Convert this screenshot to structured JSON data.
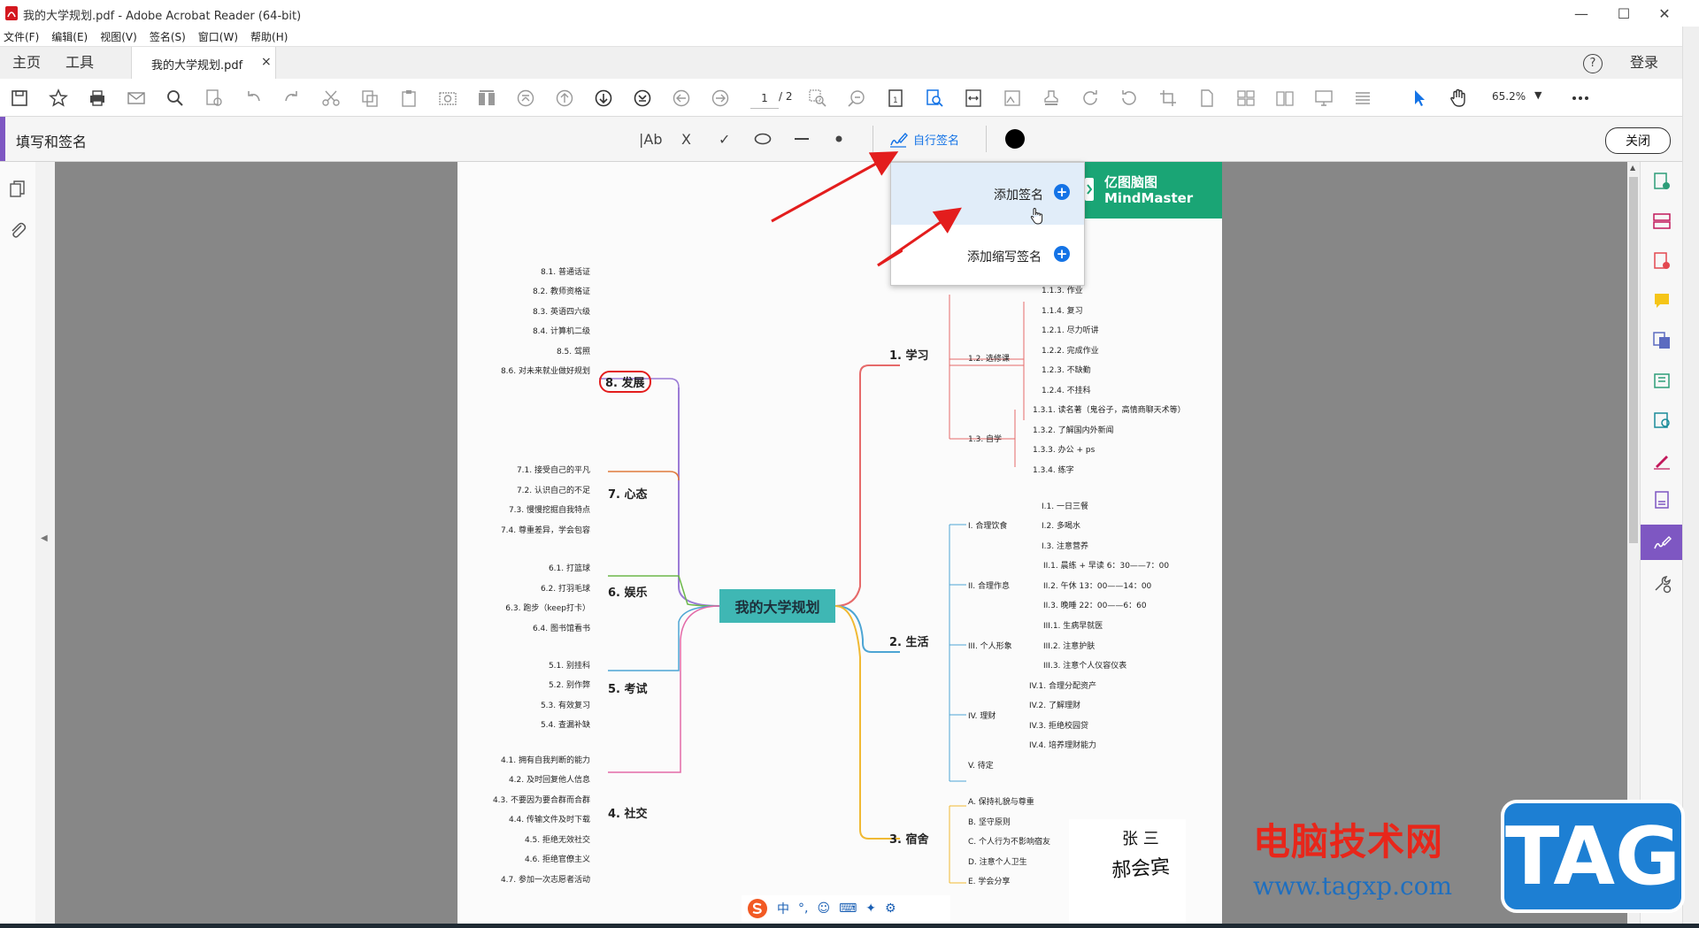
{
  "window": {
    "title": "我的大学规划.pdf - Adobe Acrobat Reader (64-bit)",
    "minimize_icon": "minimize-icon",
    "maximize_icon": "maximize-icon",
    "close_icon": "close-icon"
  },
  "menu": [
    "文件(F)",
    "编辑(E)",
    "视图(V)",
    "签名(S)",
    "窗口(W)",
    "帮助(H)"
  ],
  "tabs": {
    "home": "主页",
    "tools": "工具",
    "document": "我的大学规划.pdf",
    "document_close": "×",
    "login": "登录"
  },
  "toolbar": {
    "page_current": "1",
    "page_total": "/ 2",
    "zoom": "65.2%"
  },
  "fill_sign": {
    "title": "填写和签名",
    "text_tool": "|Ab",
    "cross_tool": "X",
    "check_tool": "✓",
    "sign_label": "自行签名",
    "close_label": "关闭",
    "ink_color": "#000000"
  },
  "dropdown": {
    "add_signature": "添加签名",
    "add_initials": "添加缩写签名"
  },
  "mindmap": {
    "brand_cn": "亿图脑图",
    "brand_en": "MindMaster",
    "center": "我的大学规划",
    "left_branches": [
      {
        "label": "8. 发展",
        "items": [
          "8.1. 普通话证",
          "8.2. 教师资格证",
          "8.3. 英语四六级",
          "8.4. 计算机二级",
          "8.5. 驾照",
          "8.6. 对未来就业做好规划"
        ]
      },
      {
        "label": "7. 心态",
        "items": [
          "7.1. 接受自己的平凡",
          "7.2. 认识自己的不足",
          "7.3. 慢慢挖掘自我特点",
          "7.4. 尊重差异，学会包容"
        ]
      },
      {
        "label": "6. 娱乐",
        "items": [
          "6.1. 打篮球",
          "6.2. 打羽毛球",
          "6.3. 跑步（keep打卡）",
          "6.4. 图书馆看书"
        ]
      },
      {
        "label": "5. 考试",
        "items": [
          "5.1. 别挂科",
          "5.2. 别作弊",
          "5.3. 有效复习",
          "5.4. 查漏补缺"
        ]
      },
      {
        "label": "4. 社交",
        "items": [
          "4.1. 拥有自我判断的能力",
          "4.2. 及时回复他人信息",
          "4.3. 不要因为要合群而合群",
          "4.4. 传输文件及时下载",
          "4.5. 拒绝无效社交",
          "4.6. 拒绝官僚主义",
          "4.7. 参加一次志愿者活动"
        ]
      }
    ],
    "study": {
      "label": "1. 学习",
      "top_items": [
        "1.1.3. 作业",
        "1.1.4. 复习"
      ],
      "elective": "1.2. 选修课",
      "elective_items": [
        "1.2.1. 尽力听讲",
        "1.2.2. 完成作业",
        "1.2.3. 不缺勤",
        "1.2.4. 不挂科"
      ],
      "self": "1.3. 自学",
      "self_items": [
        "1.3.1. 读名著（鬼谷子，高情商聊天术等）",
        "1.3.2. 了解国内外新闻",
        "1.3.3. 办公 + ps",
        "1.3.4. 练字"
      ]
    },
    "life": {
      "label": "2. 生活",
      "diet": "I. 合理饮食",
      "diet_items": [
        "I.1. 一日三餐",
        "I.2. 多喝水",
        "I.3. 注意营养"
      ],
      "rest": "II. 合理作息",
      "rest_items": [
        "II.1. 晨练 + 早读 6：30——7：00",
        "II.2. 午休 13：00——14：00",
        "II.3. 晚睡 22：00——6：60"
      ],
      "image": "III. 个人形象",
      "image_items": [
        "III.1. 生病早就医",
        "III.2. 注意护肤",
        "III.3. 注意个人仪容仪表"
      ],
      "finance": "IV. 理财",
      "finance_items": [
        "IV.1. 合理分配资产",
        "IV.2. 了解理财",
        "IV.3. 拒绝校园贷",
        "IV.4. 培养理财能力"
      ],
      "pending": "V. 待定"
    },
    "dorm": {
      "label": "3. 宿舍",
      "items": [
        "A. 保持礼貌与尊重",
        "B. 坚守原则",
        "C. 个人行为不影响宿友",
        "D. 注意个人卫生",
        "E. 学会分享"
      ]
    },
    "signature_name": "张 三",
    "signature_hand": "郝会宾"
  },
  "watermark": {
    "site_cn": "电脑技术网",
    "site_url": "www.tagxp.com",
    "tag": "TAG"
  },
  "ime": [
    "中",
    "°,",
    "☺",
    "⌨",
    "✦",
    "⚙"
  ]
}
